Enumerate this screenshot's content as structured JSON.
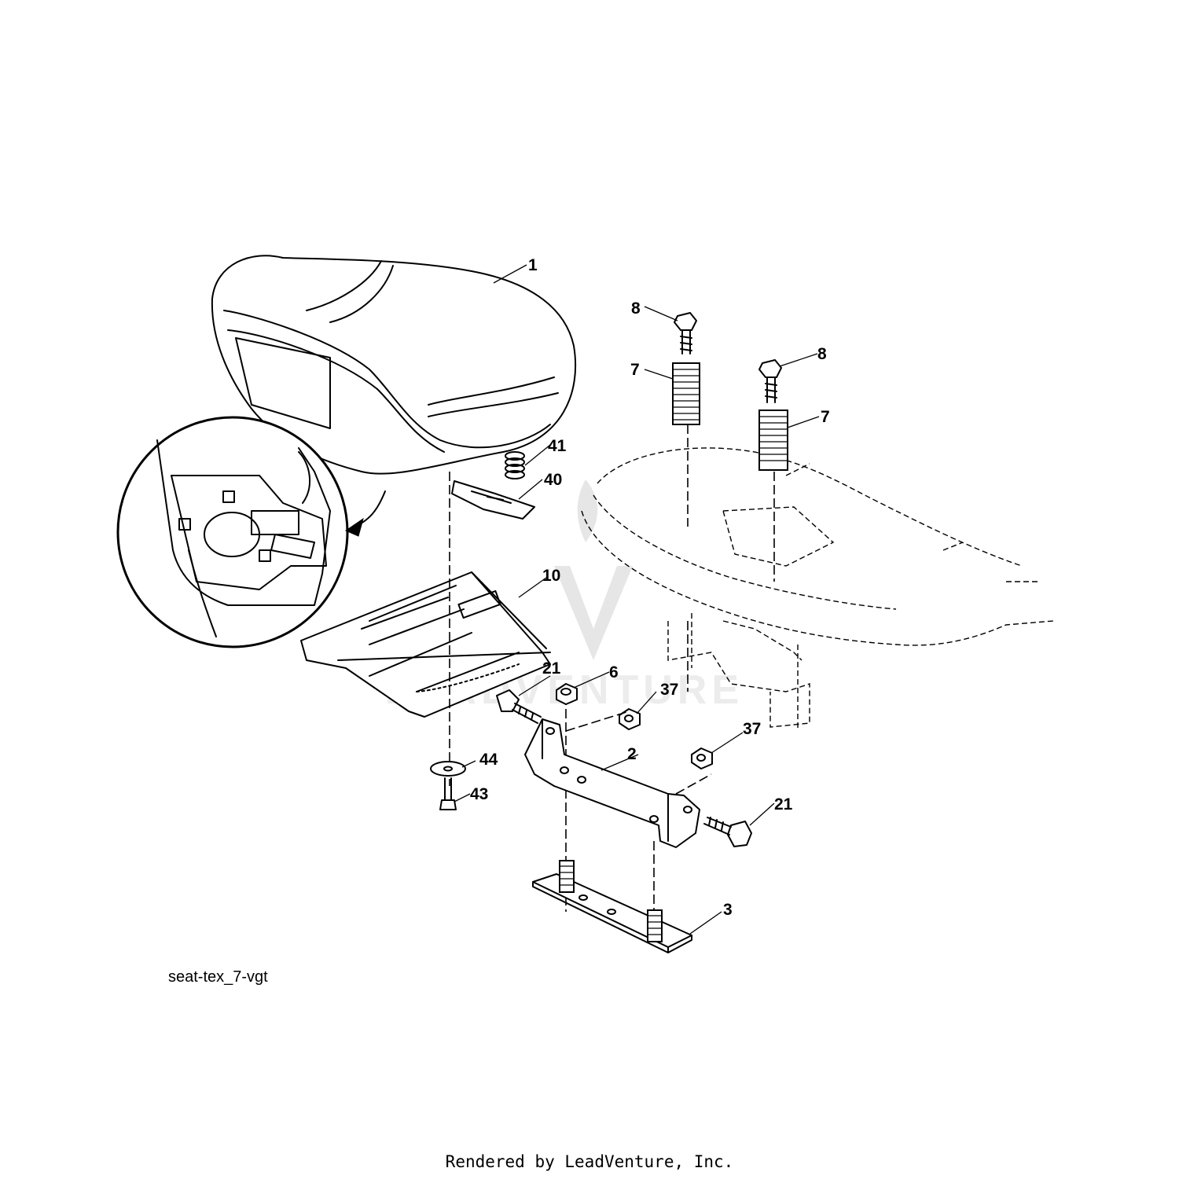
{
  "diagram": {
    "code": "seat-tex_7-vgt",
    "credit": "Rendered by LeadVenture, Inc.",
    "watermark": "LEADVENTURE",
    "callouts": {
      "c1": "1",
      "c8a": "8",
      "c8b": "8",
      "c7a": "7",
      "c7b": "7",
      "c41": "41",
      "c40": "40",
      "c10": "10",
      "c21a": "21",
      "c6": "6",
      "c37a": "37",
      "c37b": "37",
      "c2": "2",
      "c44": "44",
      "c43": "43",
      "c21b": "21",
      "c3": "3"
    }
  }
}
